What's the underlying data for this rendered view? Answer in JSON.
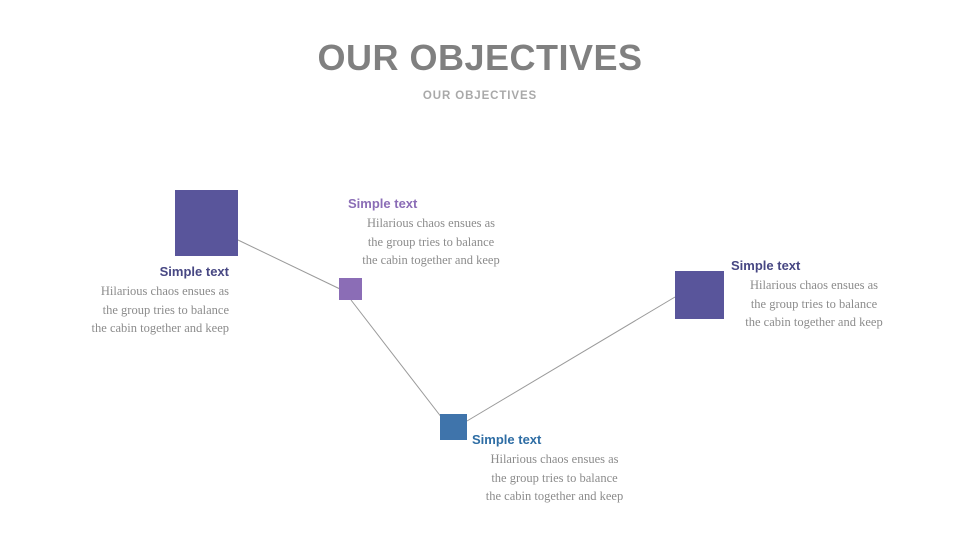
{
  "header": {
    "title": "OUR OBJECTIVES",
    "subtitle": "OUR OBJECTIVES",
    "title_color": "#808080",
    "subtitle_color": "#a9a9a9"
  },
  "diagram": {
    "connector_color": "#999999",
    "nodes": [
      {
        "id": "node-1",
        "heading": "Simple text",
        "body_line_1": "Hilarious chaos ensues as",
        "body_line_2": "the group tries to balance",
        "body_line_3": "the cabin together and keep",
        "marker_color": "#59559b",
        "heading_color": "#474783",
        "body_color": "#8c8c8c"
      },
      {
        "id": "node-2",
        "heading": "Simple text",
        "body_line_1": "Hilarious chaos ensues as",
        "body_line_2": "the group tries to balance",
        "body_line_3": "the cabin together and keep",
        "marker_color": "#8b6db6",
        "heading_color": "#8b6db6",
        "body_color": "#8c8c8c"
      },
      {
        "id": "node-3",
        "heading": "Simple text",
        "body_line_1": "Hilarious chaos ensues as",
        "body_line_2": "the group tries to balance",
        "body_line_3": "the cabin together and keep",
        "marker_color": "#3f74ab",
        "heading_color": "#2e6da4",
        "body_color": "#8c8c8c"
      },
      {
        "id": "node-4",
        "heading": "Simple text",
        "body_line_1": "Hilarious chaos ensues as",
        "body_line_2": "the group tries to balance",
        "body_line_3": "the cabin together and keep",
        "marker_color": "#59559b",
        "heading_color": "#474783",
        "body_color": "#8c8c8c"
      }
    ]
  }
}
